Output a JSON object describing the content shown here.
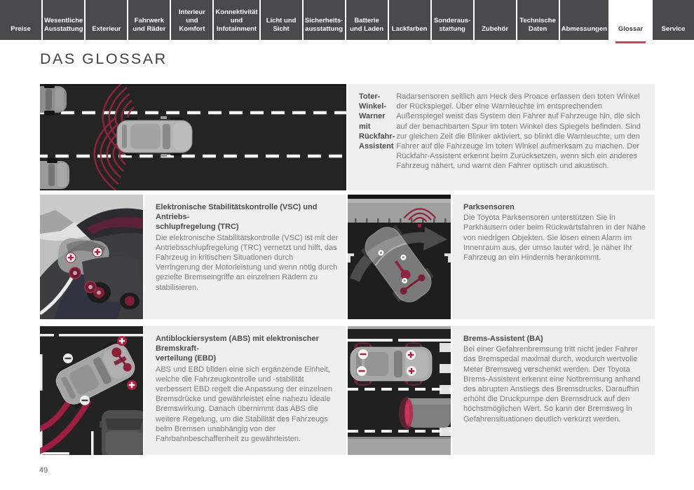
{
  "colors": {
    "accent_red": "#ce4456",
    "tab_background": "#4a4a4c",
    "panel_background": "#f0efef",
    "illustration_background": "#242424"
  },
  "tabs": [
    {
      "label": "Preise",
      "active": false
    },
    {
      "label": "Wesentliche Ausstattung",
      "active": false
    },
    {
      "label": "Exterieur",
      "active": false
    },
    {
      "label": "Fahrwerk und Räder",
      "active": false
    },
    {
      "label": "Interieur und Komfort",
      "active": false
    },
    {
      "label": "Konnektivität und Infotainment",
      "active": false
    },
    {
      "label": "Licht und Sicht",
      "active": false
    },
    {
      "label": "Sicherheits-ausstattung",
      "active": false
    },
    {
      "label": "Batterie und Laden",
      "active": false
    },
    {
      "label": "Lackfarben",
      "active": false
    },
    {
      "label": "Sonderaus-stattung",
      "active": false
    },
    {
      "label": "Zubehör",
      "active": false
    },
    {
      "label": "Technische Daten",
      "active": false
    },
    {
      "label": "Abmessungen",
      "active": false
    },
    {
      "label": "Glossar",
      "active": true
    },
    {
      "label": "Service",
      "active": false
    }
  ],
  "page": {
    "title": "DAS GLOSSAR",
    "number": "49"
  },
  "sections": [
    {
      "title": "Toter-Winkel-Warner mit Rückfahr-Assistent",
      "body": "Radarsensoren seitlich am Heck des Proace erfassen den toten Winkel der Rückspiegel. Über eine Warnleuchte im entsprechenden Außenspiegel weist das System den Fahrer auf Fahrzeuge hin, die sich auf der benachbarten Spur im toten Winkel des Spiegels befinden. Sind zur gleichen Zeit die Blinker aktiviert, so blinkt die Warnleuchte, um den Fahrer auf die Fahrzeuge im toten Winkel aufmerksam zu machen. Der Rückfahr-Assistent erkennt beim Zurücksetzen, wenn sich ein anderes Fahrzeug nähert, und warnt den Fahrer optisch und akustisch.",
      "illustration": "blind-spot-monitor-road-top-view"
    },
    {
      "title": "Elektronische Stabilitätskontrolle (VSC) und Antriebs-\nschlupfregelung (TRC)",
      "body": "Die elektronische Stabilitätskontrolle (VSC) ist mit der Antriebsschlupfregelung (TRC) vernetzt und hilft, das Fahrzeug in kritischen Situationen durch Verringerung der Motorleistung und wenn nötig durch gezielte Bremseingriffe an einzelnen Rädern zu stabilisieren.",
      "illustration": "stability-control-curve-illustration"
    },
    {
      "title": "Parksensoren",
      "body": "Die Toyota Parksensoren unterstützen Sie in Parkhäusern oder beim Rückwärtsfahren in der Nähe von niedrigen Objekten. Sie lösen einen Alarm im Innenraum aus, der umso lauter wird, je näher Ihr Fahrzeug an ein Hindernis herankommt.",
      "illustration": "park-sensors-reversing-illustration"
    },
    {
      "title": "Antiblockiersystem (ABS) mit elektronischer Bremskraft-\nverteilung (EBD)",
      "body": "ABS und EBD bilden eine sich ergänzende Einheit, welche die Fahrzeugkontrolle und -stabilität verbessert EBD regelt die Anpassung der einzelnen Bremsdrücke und gewährleistet eine nahezu ideale Bremswirkung. Danach übernimmt das ABS die weitere Regelung, um die Stabilität des Fahrzeugs beim Bremsen unabhängig von der Fahrbahnbeschaffenheit zu gewährleisten.",
      "illustration": "abs-ebd-skid-illustration"
    },
    {
      "title": "Brems-Assistent (BA)",
      "body": "Bei einer Gefahrenbremsung tritt nicht jeder Fahrer das Bremspedal maximal durch, wodurch wertvolle Meter Bremsweg verschenkt werden. Der Toyota Brems-Assistent erkennt eine Notbremsung anhand des abrupten Anstiegs des Bremsdrucks. Daraufhin erhöht die Druckpumpe den Bremsdruck auf den höchstmöglichen Wert. So kann der Bremsweg in Gefahrensituationen deutlich verkürzt werden.",
      "illustration": "brake-assist-emergency-illustration"
    }
  ]
}
